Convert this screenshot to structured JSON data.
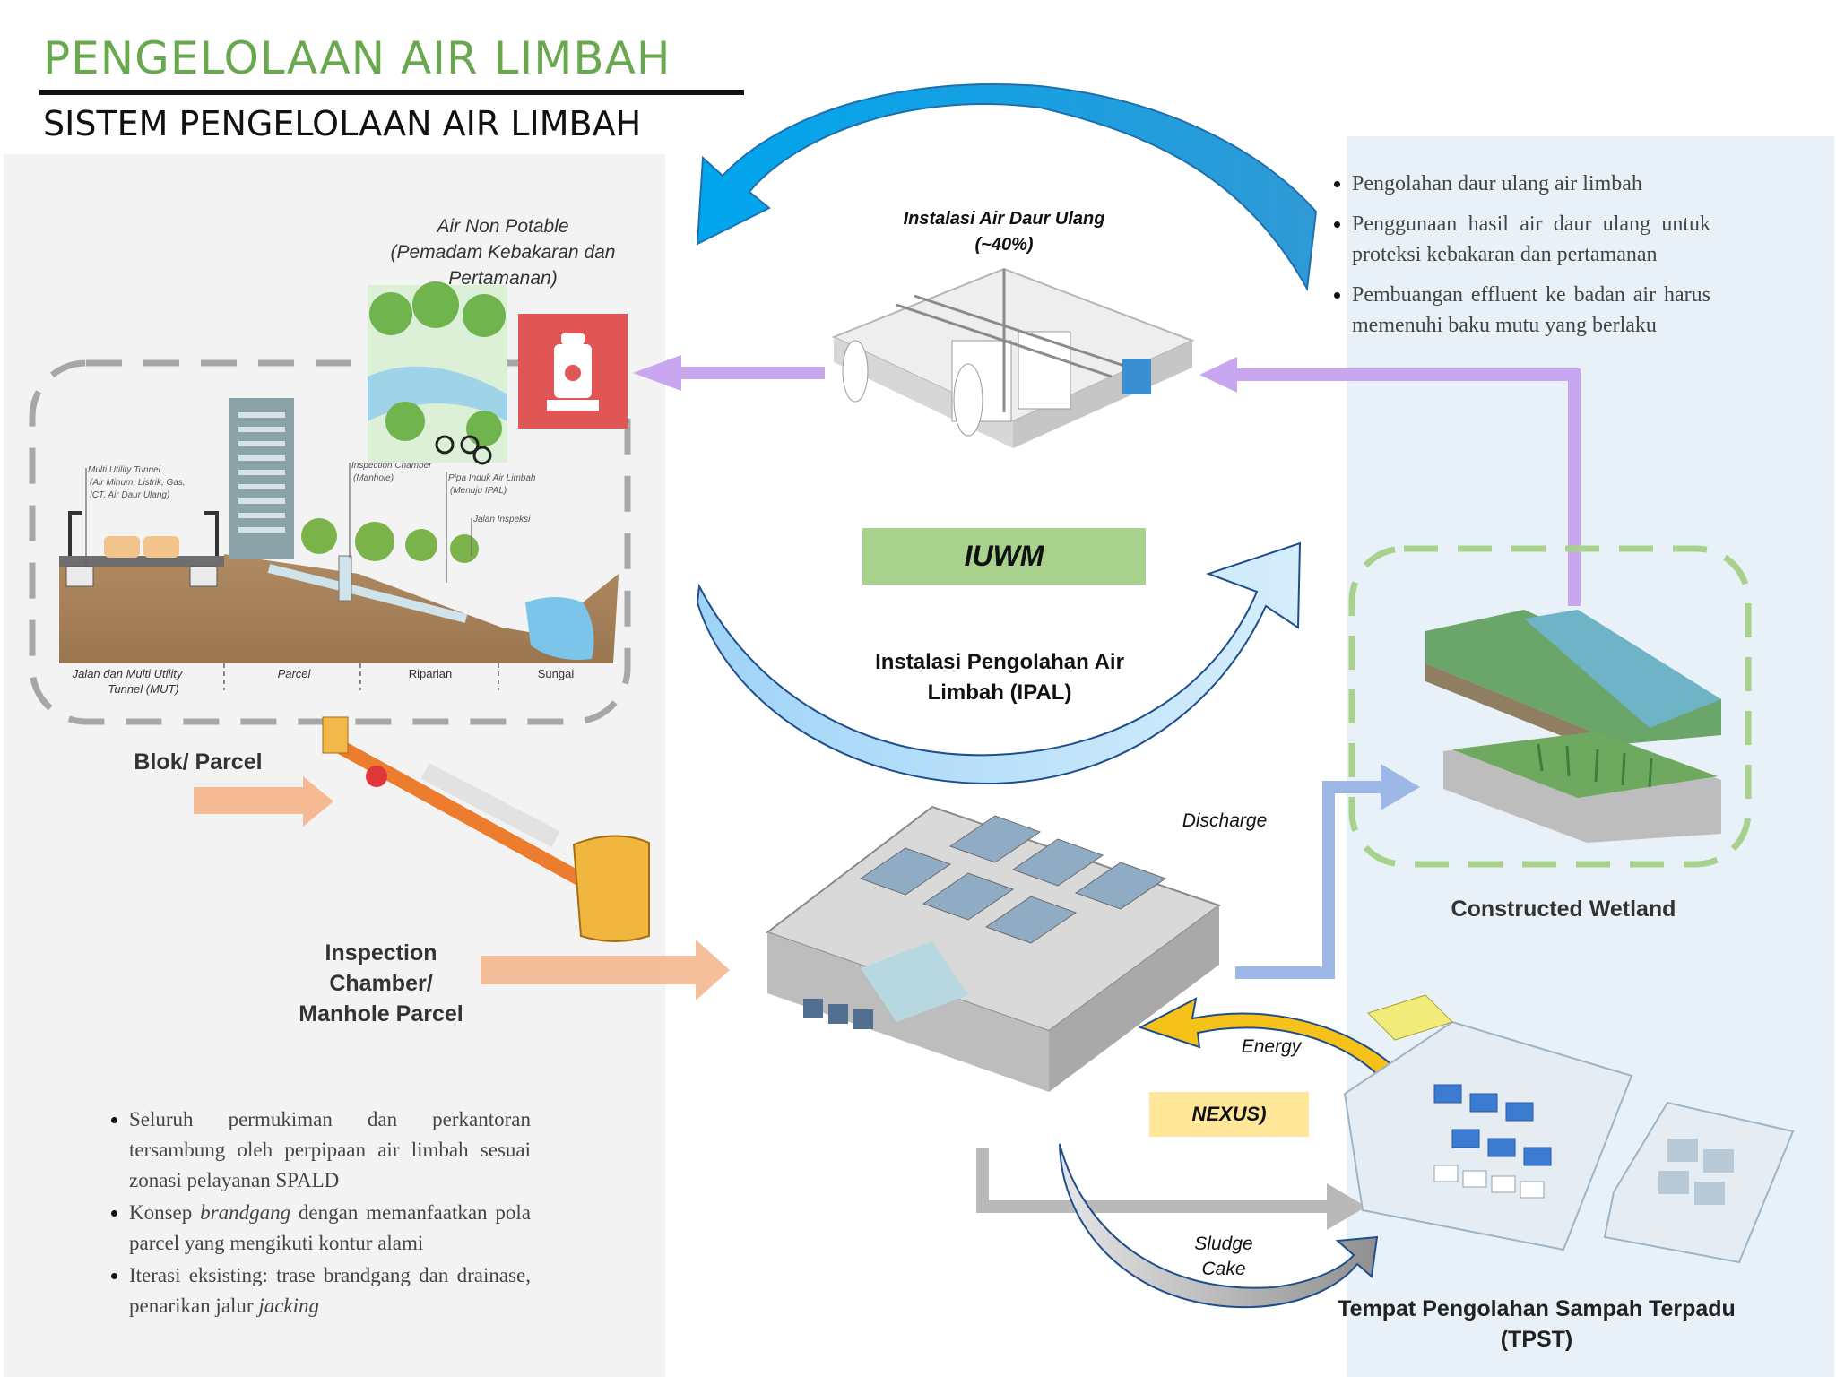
{
  "header": {
    "title": "PENGELOLAAN AIR LIMBAH",
    "subtitle": "SISTEM PENGELOLAAN AIR LIMBAH"
  },
  "left": {
    "non_potable_lines": [
      "Air Non Potable",
      "(Pemadam Kebakaran dan",
      "Pertamanan)"
    ],
    "section_labels": {
      "mut": "Multi Utility Tunnel",
      "mut_contents_1": "(Air Minum, Listrik, Gas,",
      "mut_contents_2": "ICT, Air Daur Ulang)",
      "inspection": "Inspection Chamber",
      "manhole": "(Manhole)",
      "pipe_1": "Pipa Induk Air Limbah",
      "pipe_2": "(Menuju IPAL)",
      "inspection_road": "Jalan Inspeksi",
      "road_1": "Jalan dan Multi Utility",
      "road_2": "Tunnel (MUT)",
      "parcel": "Parcel",
      "riparian": "Riparian",
      "river": "Sungai"
    },
    "blok_parcel": "Blok/ Parcel",
    "inspection_chamber_lines": [
      "Inspection",
      "Chamber/",
      "Manhole Parcel"
    ],
    "bullets": [
      {
        "pre": "Seluruh permukiman dan perkantoran tersambung oleh perpipaan air limbah sesuai zonasi pelayanan SPALD",
        "em": "",
        "post": ""
      },
      {
        "pre": "Konsep ",
        "em": "brandgang",
        "post": " dengan memanfaatkan pola parcel yang mengikuti kontur alami"
      },
      {
        "pre": "Iterasi eksisting: trase brandgang dan drainase, penarikan jalur ",
        "em": "jacking",
        "post": ""
      }
    ]
  },
  "center": {
    "recycle_lines": [
      "Instalasi Air Daur Ulang",
      "(~40%)"
    ],
    "iuwm": "IUWM",
    "ipal_lines": [
      "Instalasi Pengolahan Air",
      "Limbah (IPAL)"
    ],
    "discharge": "Discharge",
    "energy": "Energy",
    "nexus": "NEXUS)",
    "sludge_lines": [
      "Sludge",
      "Cake"
    ]
  },
  "right": {
    "bullets": [
      "Pengolahan daur ulang air limbah",
      "Penggunaan hasil air daur ulang untuk proteksi kebakaran dan pertamanan",
      "Pembuangan effluent ke badan air harus memenuhi baku mutu yang berlaku"
    ],
    "wetland": "Constructed Wetland",
    "tpst_lines": [
      "Tempat Pengolahan Sampah Terpadu",
      "(TPST)"
    ]
  },
  "colors": {
    "title_green": "#6aa84f",
    "iuwm_green": "#a9d18e",
    "nexus_yellow": "#ffe699",
    "recycle_blue": "#1aa7e8",
    "ipal_blue": "#bfe3fb",
    "purple_arrow": "#c9a6f0",
    "orange_arrow": "#f5b48a",
    "discharge_blue": "#9db7e6",
    "energy_yellow": "#f6c21a",
    "sludge_gray": "#b9b9b9"
  }
}
